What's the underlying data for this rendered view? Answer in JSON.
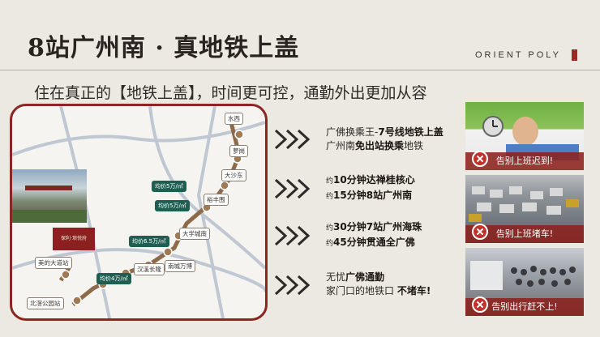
{
  "header": {
    "title": "8站广州南 · 真地铁上盖",
    "logo": "ORIENT POLY"
  },
  "subtitle": "住在真正的【地铁上盖】，时间更可控，通勤外出更加从容",
  "map": {
    "brand": "保利·琅悦府",
    "stations": [
      "水西",
      "萝岗",
      "大沙东",
      "裕丰围",
      "大学城南",
      "南城万博",
      "汉溪长隆",
      "美的大道站",
      "北滘公园站"
    ],
    "prices": [
      "均价5万/㎡",
      "均价5万/㎡",
      "均价6.5万/㎡",
      "均价4万/㎡"
    ]
  },
  "benefits": [
    {
      "line1_a": "广佛换乘王-",
      "line1_b": "7号线地铁上盖",
      "line2_a": "广州南",
      "line2_b": "免出站换乘",
      "line2_c": "地铁"
    },
    {
      "prefix1": "约",
      "line1": "10分钟达禅桂核心",
      "prefix2": "约",
      "line2": "15分钟8站广州南"
    },
    {
      "prefix1": "约",
      "line1": "30分钟7站广州海珠",
      "prefix2": "约",
      "line2": "45分钟贯通全广佛"
    },
    {
      "line1_a": "无忧",
      "line1_b": "广佛通勤",
      "line2_a": "家门口的地铁口 ",
      "line2_b": "不堵车!"
    }
  ],
  "photos": [
    {
      "caption": "告别上班迟到!"
    },
    {
      "caption": "告别上班堵车!"
    },
    {
      "caption": "告别出行赶不上!"
    }
  ],
  "colors": {
    "accent": "#8b2622",
    "green": "#1e5f52",
    "bg": "#ece8e2"
  }
}
